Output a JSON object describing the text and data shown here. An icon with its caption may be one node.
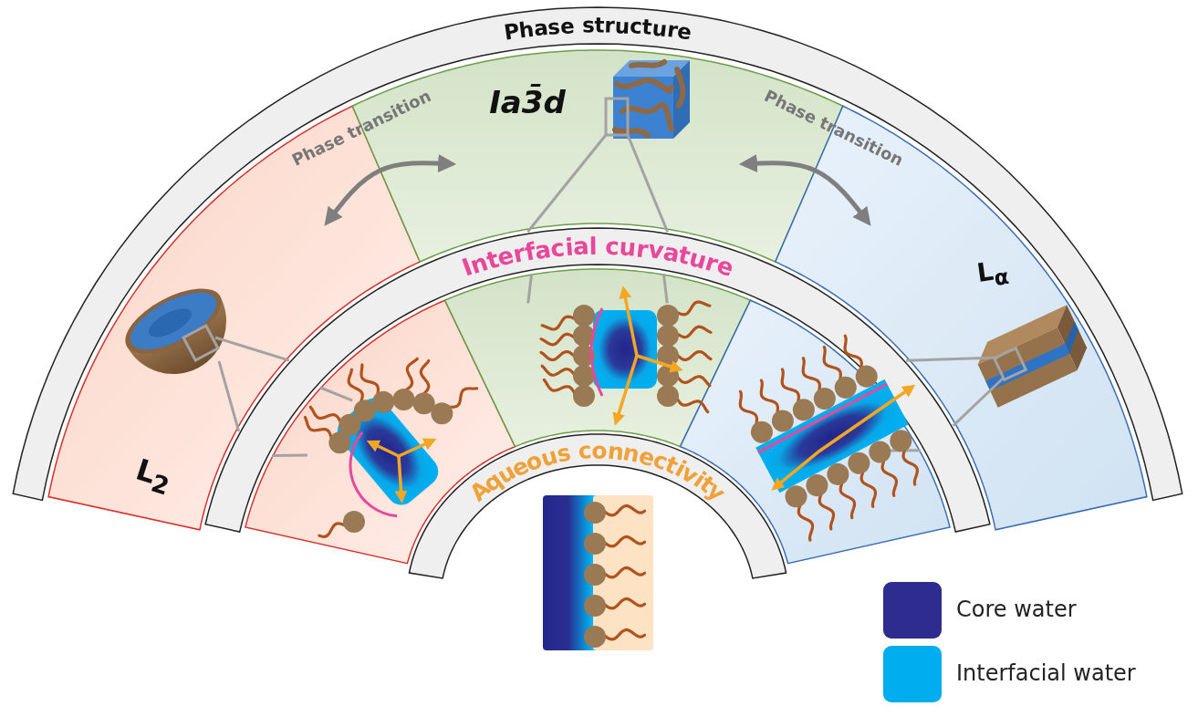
{
  "diagram": {
    "nodes": [
      {
        "text": [
          "Phase structure"
        ]
      },
      {
        "text": [
          "L$_{2}$"
        ]
      },
      {
        "text": [
          "Ia3̄d"
        ]
      },
      {
        "text": [
          "L$_{α}$"
        ]
      },
      {
        "text": [
          "Interfacial curvature"
        ]
      },
      {
        "text": [],
        "shape": "sector"
      },
      {
        "text": [],
        "shape": "sector"
      },
      {
        "text": [],
        "shape": "sector"
      },
      {
        "text": [
          "Aqueous connectivity"
        ]
      }
    ],
    "edges": [
      {
        "from": 1,
        "to": 2,
        "arrow": "both",
        "label": "Phase transition"
      },
      {
        "from": 2,
        "to": 3,
        "arrow": "both",
        "label": "Phase transition"
      }
    ],
    "legend": [
      {
        "text": "Core water",
        "color": "#2e2d8f"
      },
      {
        "text": "Interfacial water",
        "color": "#00adee"
      }
    ]
  }
}
